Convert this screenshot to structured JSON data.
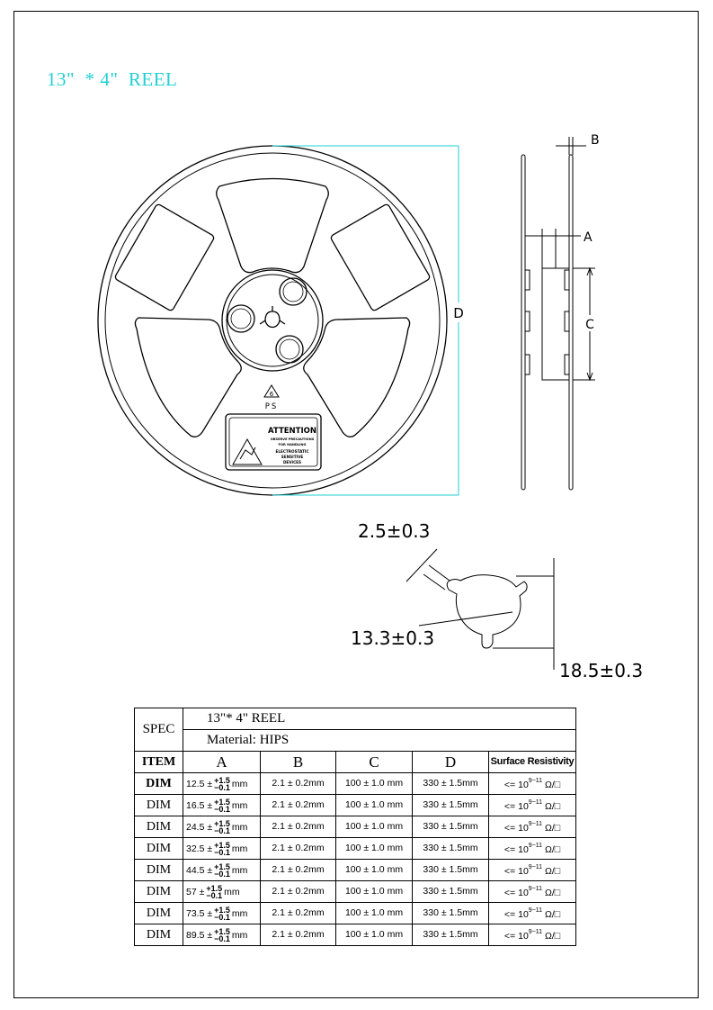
{
  "title": "13\"  * 4\"  REEL",
  "reel": {
    "attention_title": "ATTENTION",
    "attention_lines": [
      "OBSERVE PRECAUTIONS",
      "FOR HANDLING",
      "ELECTROSTATIC",
      "SENSITIVE",
      "DEVICES"
    ],
    "recycle_number": "6",
    "recycle_letters": "PS"
  },
  "dims": {
    "a": "A",
    "b": "B",
    "c": "C",
    "d": "D",
    "slot_width": "2.5±0.3",
    "hub_diameter": "13.3±0.3",
    "hub_height": "18.5±0.3"
  },
  "table": {
    "spec_label": "SPEC",
    "spec_title": "13\"* 4\"  REEL",
    "material": "Material: HIPS",
    "item_label": "ITEM",
    "columns": [
      "A",
      "B",
      "C",
      "D",
      "Surface Resistivity"
    ],
    "rows": [
      {
        "item": "DIM",
        "a_base": "12.5",
        "a_pm": "±",
        "a_plus": "+1.5",
        "a_minus": "−0.1",
        "a_unit": "mm",
        "b": "2.1 ± 0.2mm",
        "c": "100 ± 1.0 mm",
        "d": "330 ± 1.5mm",
        "sr_base": "<= 10",
        "sr_exp": "9~11",
        "sr_unit": "Ω/□"
      },
      {
        "item": "DIM",
        "a_base": "16.5",
        "a_pm": "±",
        "a_plus": "+1.5",
        "a_minus": "−0.1",
        "a_unit": "mm",
        "b": "2.1 ± 0.2mm",
        "c": "100 ± 1.0 mm",
        "d": "330 ± 1.5mm",
        "sr_base": "<= 10",
        "sr_exp": "9~11",
        "sr_unit": "Ω/□"
      },
      {
        "item": "DIM",
        "a_base": "24.5",
        "a_pm": "±",
        "a_plus": "+1.5",
        "a_minus": "−0.1",
        "a_unit": "mm",
        "b": "2.1 ± 0.2mm",
        "c": "100 ± 1.0 mm",
        "d": "330 ± 1.5mm",
        "sr_base": "<= 10",
        "sr_exp": "9~11",
        "sr_unit": "Ω/□"
      },
      {
        "item": "DIM",
        "a_base": "32.5",
        "a_pm": "±",
        "a_plus": "+1.5",
        "a_minus": "−0.1",
        "a_unit": "mm",
        "b": "2.1 ± 0.2mm",
        "c": "100 ± 1.0 mm",
        "d": "330 ± 1.5mm",
        "sr_base": "<= 10",
        "sr_exp": "9~11",
        "sr_unit": "Ω/□"
      },
      {
        "item": "DIM",
        "a_base": "44.5",
        "a_pm": "±",
        "a_plus": "+1.5",
        "a_minus": "−0.1",
        "a_unit": "mm",
        "b": "2.1 ± 0.2mm",
        "c": "100 ± 1.0 mm",
        "d": "330 ± 1.5mm",
        "sr_base": "<= 10",
        "sr_exp": "9~11",
        "sr_unit": "Ω/□"
      },
      {
        "item": "DIM",
        "a_base": "57",
        "a_pm": "±",
        "a_plus": "+1.5",
        "a_minus": "−0.1",
        "a_unit": "mm",
        "b": "2.1 ± 0.2mm",
        "c": "100 ± 1.0 mm",
        "d": "330 ± 1.5mm",
        "sr_base": "<= 10",
        "sr_exp": "9~11",
        "sr_unit": "Ω/□"
      },
      {
        "item": "DIM",
        "a_base": "73.5",
        "a_pm": "±",
        "a_plus": "+1.5",
        "a_minus": "−0.1",
        "a_unit": "mm",
        "b": "2.1 ± 0.2mm",
        "c": "100 ± 1.0 mm",
        "d": "330 ± 1.5mm",
        "sr_base": "<= 10",
        "sr_exp": "9~11",
        "sr_unit": "Ω/□"
      },
      {
        "item": "DIM",
        "a_base": "89.5",
        "a_pm": "±",
        "a_plus": "+1.5",
        "a_minus": "−0.1",
        "a_unit": "mm",
        "b": "2.1 ± 0.2mm",
        "c": "100 ± 1.0 mm",
        "d": "330 ± 1.5mm",
        "sr_base": "<= 10",
        "sr_exp": "9~11",
        "sr_unit": "Ω/□"
      }
    ]
  },
  "colors": {
    "title": "#22cfd4",
    "dimension_line": "#22cfd4",
    "line": "#000000"
  }
}
